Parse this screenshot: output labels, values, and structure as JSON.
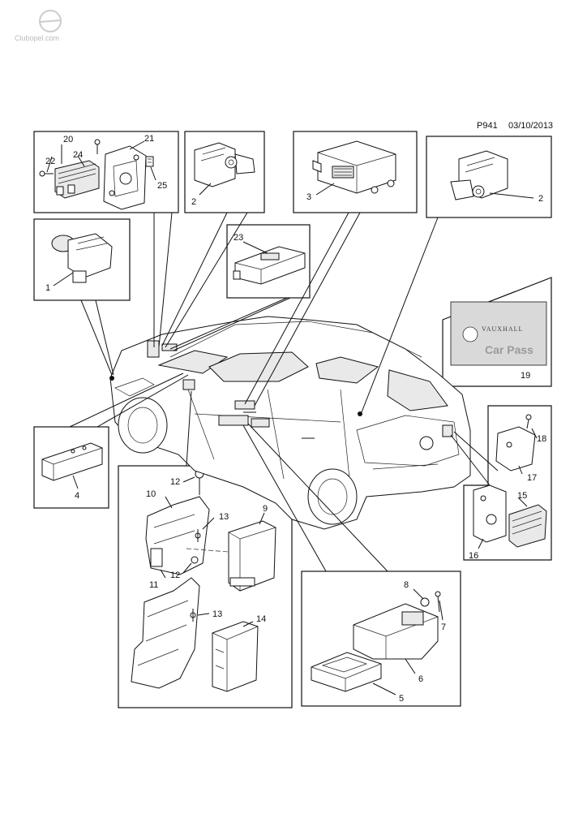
{
  "header": {
    "code": "P941",
    "date": "03/10/2013"
  },
  "watermark": "Clubopel.com",
  "car_pass": {
    "brand": "VAUXHALL",
    "title": "Car Pass"
  },
  "callouts": {
    "c1": "1",
    "c2a": "2",
    "c2b": "2",
    "c3": "3",
    "c4": "4",
    "c5": "5",
    "c6": "6",
    "c7": "7",
    "c8": "8",
    "c9": "9",
    "c10": "10",
    "c11": "11",
    "c12a": "12",
    "c12b": "12",
    "c13a": "13",
    "c13b": "13",
    "c14": "14",
    "c15": "15",
    "c16": "16",
    "c17": "17",
    "c18": "18",
    "c19": "19",
    "c20": "20",
    "c21": "21",
    "c22": "22",
    "c23": "23",
    "c24": "24",
    "c25": "25"
  }
}
